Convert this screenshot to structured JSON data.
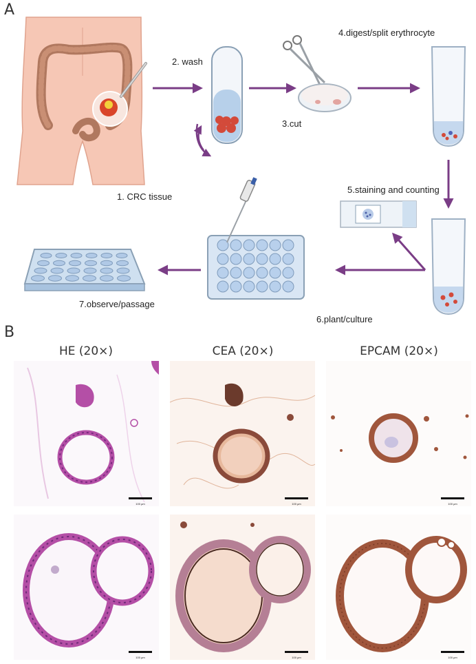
{
  "panel_a": {
    "letter": "A",
    "steps": {
      "tissue": "1. CRC tissue",
      "wash": "2. wash",
      "cut": "3.cut",
      "digest": "4.digest/split erythrocyte",
      "staining": "5.staining and counting",
      "plant": "6.plant/culture",
      "observe": "7.observe/passage"
    }
  },
  "panel_b": {
    "letter": "B",
    "columns": [
      "HE (20×)",
      "CEA (20×)",
      "EPCAM (20×)"
    ],
    "scale_label": "100 μm"
  },
  "colors": {
    "arrow": "#7a3d86",
    "skin": "#f6c7b5",
    "colon": "#b0785f",
    "he_stain": "#b44fa6",
    "cea_stain": "#8a4a3a",
    "epcam_stain": "#a0563c"
  }
}
